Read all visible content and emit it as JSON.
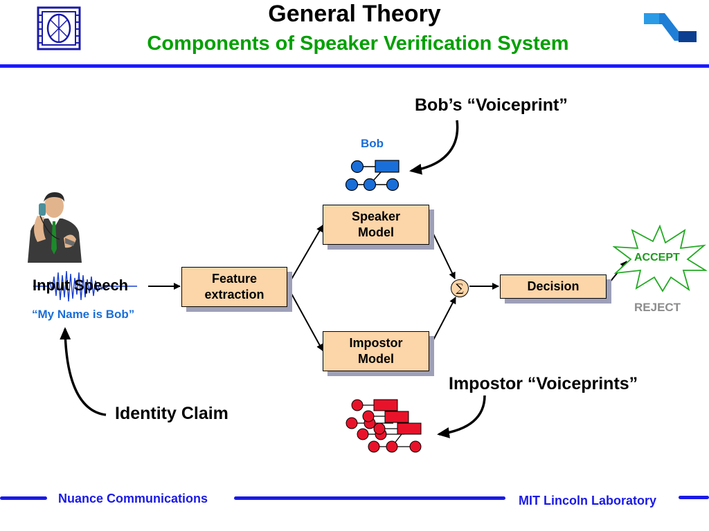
{
  "header": {
    "title": "General Theory",
    "subtitle": "Components of Speaker Verification System"
  },
  "colors": {
    "title_rule": "#1a1aff",
    "subtitle": "#00a000",
    "box_fill": "#fcd5a8",
    "model_blue": "#1a6ed8",
    "impostor_red": "#e8132a",
    "accept_green": "#22aa22"
  },
  "diagram": {
    "boxes": {
      "feature_extraction": "Feature extraction",
      "speaker_model": "Speaker Model",
      "impostor_model": "Impostor Model",
      "decision": "Decision"
    },
    "sum_symbol": "∑",
    "input_speech": "Input Speech",
    "utterance": "“My Name is Bob”",
    "identity_claim": "Identity Claim",
    "bobs_voiceprint": "Bob’s “Voiceprint”",
    "bob_label": "Bob",
    "impostor_voiceprints": "Impostor “Voiceprints”",
    "accept": "ACCEPT",
    "reject": "REJECT"
  },
  "footer": {
    "left": "Nuance Communications",
    "right": "MIT Lincoln Laboratory"
  }
}
